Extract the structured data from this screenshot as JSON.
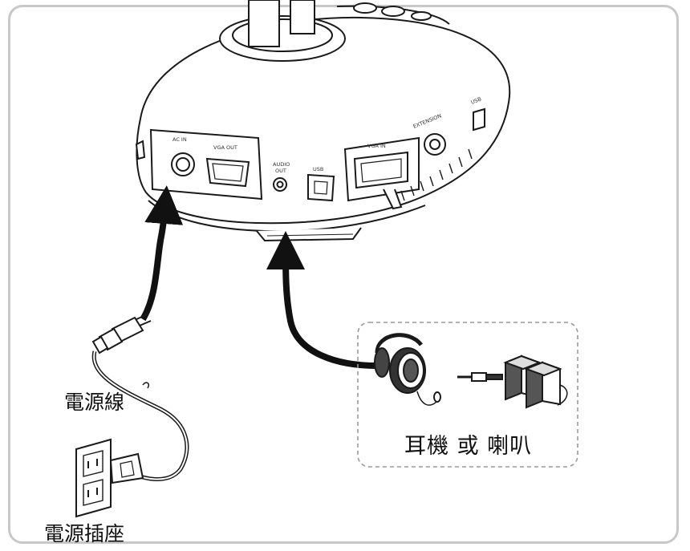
{
  "labels": {
    "power_cord": "電源線",
    "power_outlet": "電源插座",
    "audio_devices": "耳機 或 喇叭"
  },
  "ports": {
    "ac_in": "AC IN",
    "vga_out": "VGA OUT",
    "audio_out_line1": "AUDIO",
    "audio_out_line2": "OUT",
    "usb": "USB",
    "vga_in": "VGA IN",
    "extension": "EXTENSION",
    "usb_side": "USB"
  },
  "colors": {
    "frame_border": "#c8c8c8",
    "line_art": "#1a1a1a",
    "arrow": "#111111",
    "inset_border": "#9a9a9a"
  },
  "icons": [
    "document-camera-base",
    "power-plug",
    "wall-outlet",
    "headphones",
    "speakers",
    "audio-jack"
  ]
}
